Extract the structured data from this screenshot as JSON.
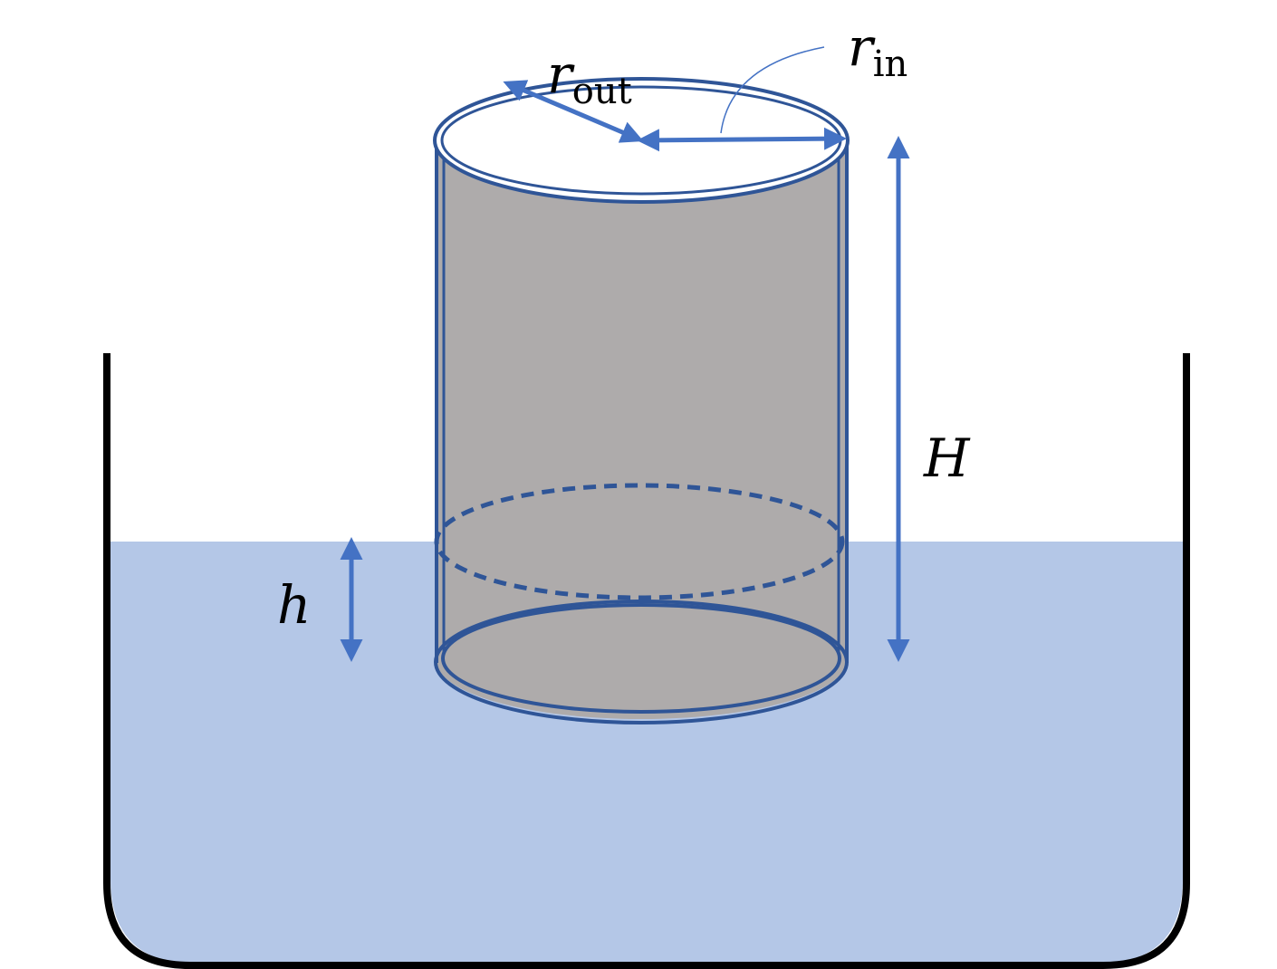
{
  "diagram": {
    "labels": {
      "r_out": {
        "main": "r",
        "sub": "out"
      },
      "r_in": {
        "main": "r",
        "sub": "in"
      },
      "H": "H",
      "h": "h"
    },
    "colors": {
      "water": "#b4c7e7",
      "cylinder_fill": "#aeabab",
      "outline": "#2f5597",
      "arrow": "#4472c4",
      "container": "#000000",
      "background": "#ffffff"
    }
  }
}
